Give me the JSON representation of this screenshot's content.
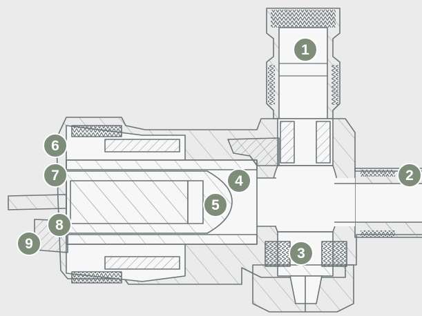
{
  "colors": {
    "background": "#ebebeb",
    "body_fill": "#f7f7f7",
    "line": "#6a7578",
    "hatch": "#9aa3a6",
    "callout_fill": "#7d8d7a",
    "callout_text": "#ffffff"
  },
  "callouts": [
    {
      "id": "1",
      "label": "1"
    },
    {
      "id": "2",
      "label": "2"
    },
    {
      "id": "3",
      "label": "3"
    },
    {
      "id": "4",
      "label": "4"
    },
    {
      "id": "5",
      "label": "5"
    },
    {
      "id": "6",
      "label": "6"
    },
    {
      "id": "7",
      "label": "7"
    },
    {
      "id": "8",
      "label": "8"
    },
    {
      "id": "9",
      "label": "9"
    }
  ]
}
